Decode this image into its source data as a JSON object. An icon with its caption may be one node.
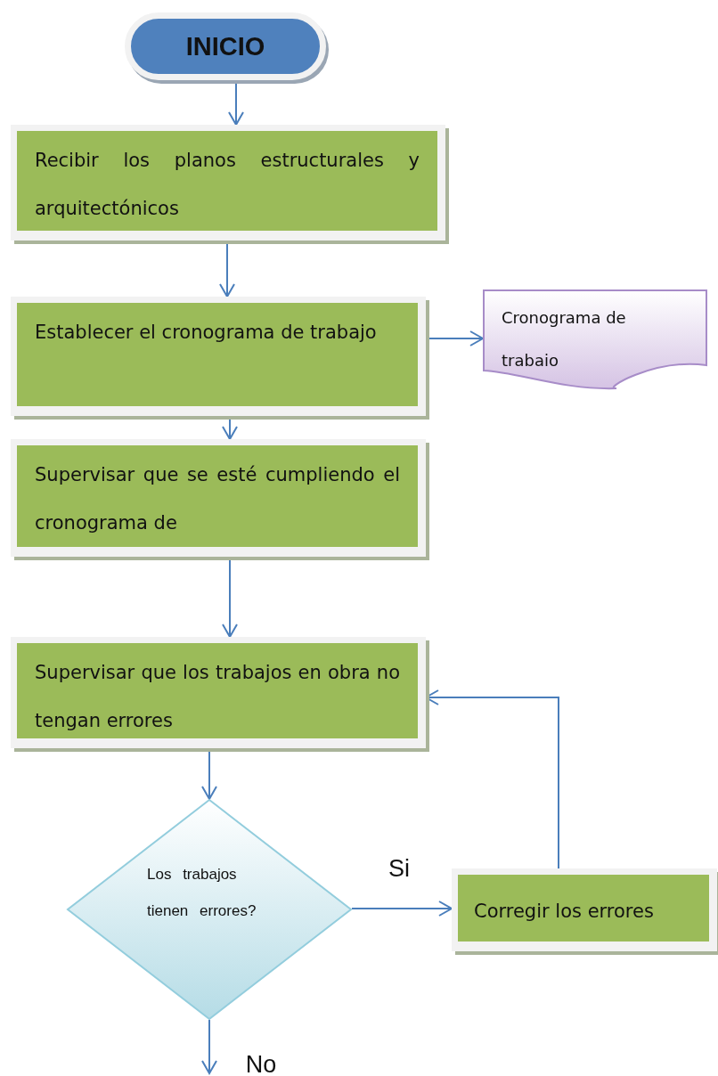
{
  "diagram": {
    "nodes": [
      {
        "text": [
          "INICIO"
        ]
      },
      {
        "text": [
          "Recibir los planos estructurales y arquitectónicos"
        ]
      },
      {
        "text": [
          "Establecer el cronograma de trabajo"
        ]
      },
      {
        "text": [
          "Cronograma de trabaio"
        ]
      },
      {
        "text": [
          "Supervisar que se esté cumpliendo el cronograma de"
        ]
      },
      {
        "text": [
          "Supervisar que los trabajos en obra no tengan errores"
        ]
      },
      {
        "text": [
          "Los trabajos tienen errores?"
        ]
      },
      {
        "text": [
          "Corregir los errores"
        ]
      }
    ],
    "edges": [
      {
        "from": 0,
        "to": 1,
        "arrow": "to"
      },
      {
        "from": 1,
        "to": 2,
        "arrow": "to"
      },
      {
        "from": 2,
        "to": 3,
        "arrow": "to"
      },
      {
        "from": 2,
        "to": 4,
        "arrow": "to"
      },
      {
        "from": 4,
        "to": 5,
        "arrow": "to"
      },
      {
        "from": 5,
        "to": 6,
        "arrow": "to"
      },
      {
        "from": 6,
        "to": 7,
        "arrow": "to",
        "label": "Si"
      },
      {
        "from": 7,
        "to": 5,
        "arrow": "to"
      },
      {
        "from": 6,
        "to": null,
        "arrow": "to",
        "label": "No"
      }
    ]
  }
}
